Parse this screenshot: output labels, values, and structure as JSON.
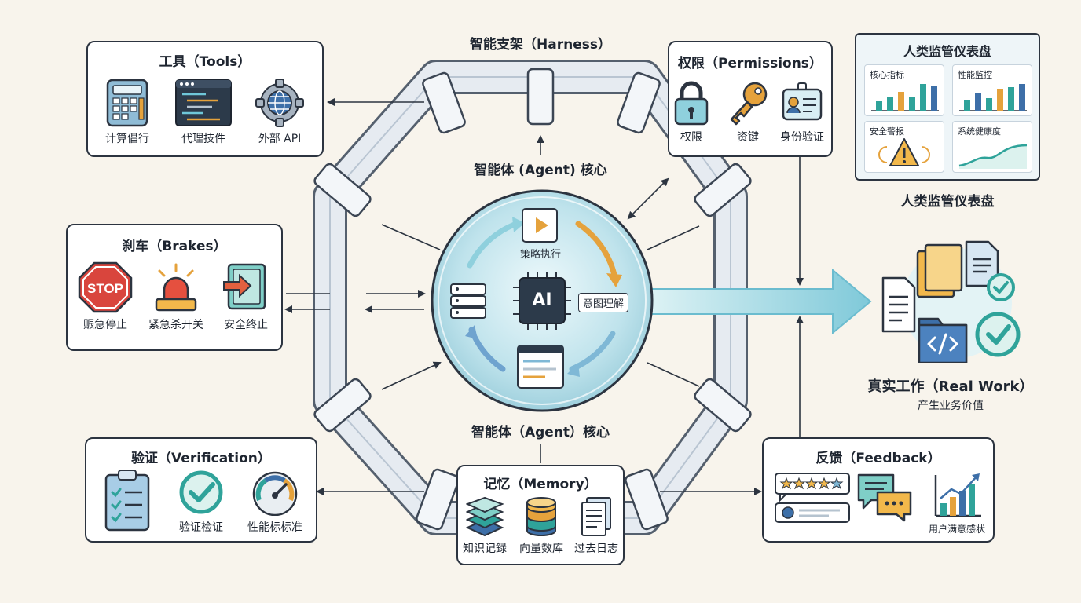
{
  "accent": {
    "teal": "#2fa39a",
    "sky": "#6fc7d9",
    "orange": "#e5a23c",
    "blue": "#3d6fa8",
    "red": "#d9453d"
  },
  "harness": {
    "label": "智能支架（Harness）"
  },
  "agent_core": {
    "top_label": "智能体 (Agent) 核心",
    "bottom_label": "智能体（Agent）核心",
    "center_icon": "ai-chip-icon",
    "center_text": "AI",
    "strategy_label": "策略执行",
    "intent_label": "意图理解"
  },
  "tools": {
    "title": "工具（Tools）",
    "items": [
      {
        "icon": "calculator-icon",
        "label": "计算倡行"
      },
      {
        "icon": "code-window-icon",
        "label": "代理技件"
      },
      {
        "icon": "globe-gear-icon",
        "label": "外部 API"
      }
    ]
  },
  "permissions": {
    "title": "权限（Permissions）",
    "items": [
      {
        "icon": "lock-icon",
        "label": "权限"
      },
      {
        "icon": "key-icon",
        "label": "资键"
      },
      {
        "icon": "id-card-icon",
        "label": "身份验证"
      }
    ]
  },
  "brakes": {
    "title": "刹车（Brakes）",
    "items": [
      {
        "icon": "stop-sign-icon",
        "label": "赈急停止",
        "sign_text": "STOP"
      },
      {
        "icon": "alarm-light-icon",
        "label": "紧急杀开关"
      },
      {
        "icon": "exit-arrow-icon",
        "label": "安全终止"
      }
    ]
  },
  "verification": {
    "title": "验证（Verification）",
    "items": [
      {
        "icon": "checklist-clipboard-icon",
        "label": ""
      },
      {
        "icon": "check-circle-icon",
        "label": "验证检证"
      },
      {
        "icon": "gauge-icon",
        "label": "性能标标准"
      }
    ]
  },
  "memory": {
    "title": "记忆（Memory）",
    "items": [
      {
        "icon": "layers-icon",
        "label": "知识记録"
      },
      {
        "icon": "database-icon",
        "label": "向量数库"
      },
      {
        "icon": "document-log-icon",
        "label": "过去日志"
      }
    ]
  },
  "feedback": {
    "title": "反馈（Feedback）",
    "items": [
      {
        "icon": "star-rating-icon",
        "label": ""
      },
      {
        "icon": "chat-bubbles-icon",
        "label": ""
      },
      {
        "icon": "growth-chart-icon",
        "label": "用户满意感状"
      }
    ]
  },
  "dashboard": {
    "title": "人类监管仪表盘",
    "caption": "人类监管仪表盘",
    "cells": [
      {
        "label": "核心指标",
        "icon": "bar-chart-icon"
      },
      {
        "label": "性能监控",
        "icon": "bar-chart-icon"
      },
      {
        "label": "安全警报",
        "icon": "warning-icon"
      },
      {
        "label": "系统健康度",
        "icon": "line-chart-icon"
      }
    ]
  },
  "real_work": {
    "title": "真实工作（Real Work）",
    "subtitle": "产生业务价值",
    "icon": "documents-checkmark-icon"
  }
}
